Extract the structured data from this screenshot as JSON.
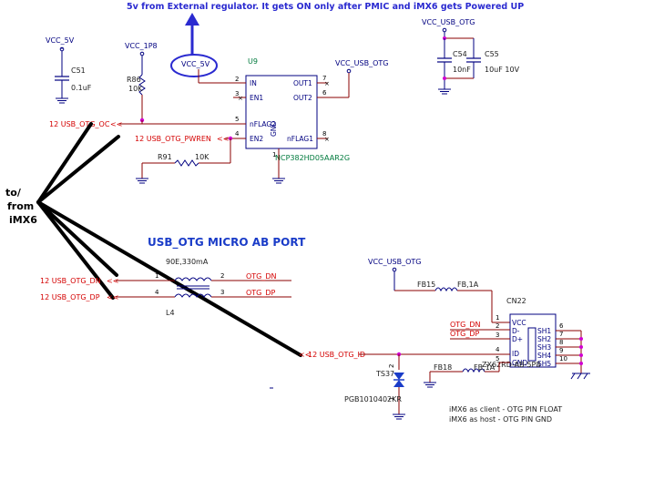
{
  "annotations": {
    "top_note": "5v from External regulator. It gets ON only after PMIC and iMX6 gets Powered UP",
    "imx6_label": [
      "to/",
      "from",
      "iMX6"
    ],
    "section_title": "USB_OTG MICRO AB PORT",
    "client_note": "iMX6 as client - OTG PIN FLOAT",
    "host_note": "iMX6 as host  - OTG PIN GND"
  },
  "power": {
    "vcc_5v": "VCC_5V",
    "vcc_1p8": "VCC_1P8",
    "vcc_5v_circled": "VCC_5V",
    "vcc_usb_otg_u9": "VCC_USB_OTG",
    "vcc_usb_otg_caps": "VCC_USB_OTG",
    "vcc_usb_otg_conn": "VCC_USB_OTG"
  },
  "components": {
    "c51": {
      "ref": "C51",
      "value": "0.1uF"
    },
    "c54": {
      "ref": "C54",
      "value": "10nF"
    },
    "c55": {
      "ref": "C55",
      "value": "10uF 10V"
    },
    "r86": {
      "ref": "R86",
      "value": "10K"
    },
    "r91": {
      "ref": "R91",
      "value": "10K"
    },
    "u9": {
      "ref": "U9",
      "part": "NCP382HD05AAR2G",
      "pins_left": [
        {
          "num": "2",
          "name": "IN"
        },
        {
          "num": "3",
          "name": "EN1"
        },
        {
          "num": "5",
          "name": "nFLAG2"
        },
        {
          "num": "4",
          "name": "EN2"
        }
      ],
      "pins_right": [
        {
          "num": "7",
          "name": "OUT1"
        },
        {
          "num": "6",
          "name": "OUT2"
        },
        {
          "num": "8",
          "name": "nFLAG1"
        }
      ],
      "gnd_pin": {
        "num": "1",
        "name": "GND"
      }
    },
    "l4": {
      "ref": "L4",
      "value": "90E,330mA",
      "pins": [
        "1",
        "2",
        "4",
        "3"
      ]
    },
    "fb15": {
      "ref": "FB15",
      "value": "FB,1A"
    },
    "fb18": {
      "ref": "FB18",
      "value": "FB,1A"
    },
    "ts37": {
      "ref": "TS37",
      "part": "PGB1010402KR",
      "pins": [
        "2",
        "1"
      ]
    },
    "cn22": {
      "ref": "CN22",
      "part": "ZX62RD-AB-5P8",
      "pins_left": [
        {
          "num": "1",
          "name": "VCC"
        },
        {
          "num": "2",
          "name": "D-"
        },
        {
          "num": "3",
          "name": "D+"
        },
        {
          "num": "4",
          "name": "ID"
        },
        {
          "num": "5",
          "name": "GND"
        }
      ],
      "pins_right": [
        {
          "num": "6",
          "name": "SH1"
        },
        {
          "num": "7",
          "name": "SH2"
        },
        {
          "num": "8",
          "name": "SH3"
        },
        {
          "num": "9",
          "name": "SH4"
        },
        {
          "num": "10",
          "name": "SH5"
        }
      ]
    }
  },
  "nets": {
    "otg_oc": "12 USB_OTG_OC",
    "otg_pwren": "12 USB_OTG_PWREN",
    "otg_dn_port": "12 USB_OTG_DN",
    "otg_dp_port": "12 USB_OTG_DP",
    "otg_id_port": "12 USB_OTG_ID",
    "otg_dn": "OTG_DN",
    "otg_dp": "OTG_DP",
    "otg_dn_conn": "OTG_DN",
    "otg_dp_conn": "OTG_DP"
  },
  "colors": {
    "net_label": "#d40000",
    "wire": "#8b0000",
    "component": "#000080",
    "part_number": "#007a3d",
    "junction": "#d000d0",
    "annotation": "#2a2ad0"
  }
}
